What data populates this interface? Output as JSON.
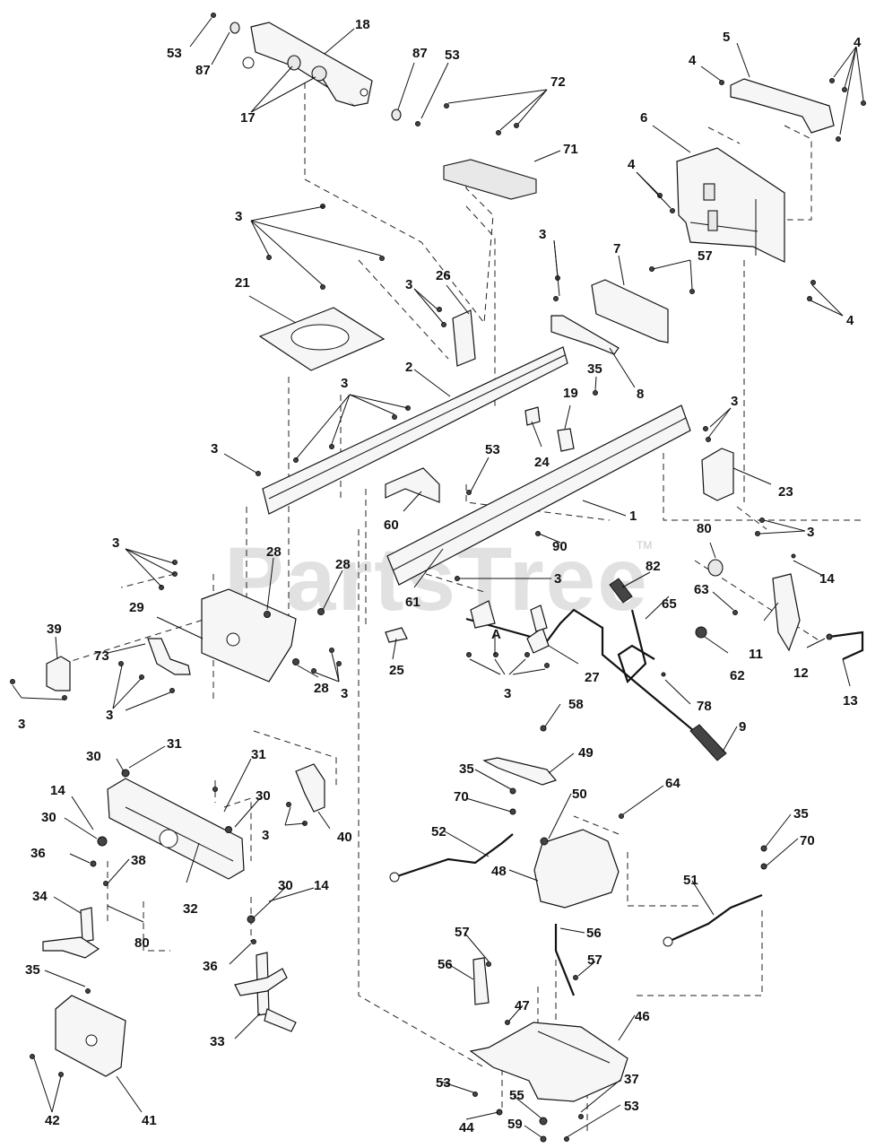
{
  "watermark": {
    "text": "PartsTree",
    "trademark": "TM"
  },
  "callouts": {
    "c1": "1",
    "c2": "2",
    "c3": "3",
    "c4": "4",
    "c5": "5",
    "c6": "6",
    "c7": "7",
    "c8": "8",
    "c9": "9",
    "c11": "11",
    "c12": "12",
    "c13": "13",
    "c14": "14",
    "c17": "17",
    "c18": "18",
    "c19": "19",
    "c21": "21",
    "c23": "23",
    "c24": "24",
    "c25": "25",
    "c26": "26",
    "c27": "27",
    "c28": "28",
    "c29": "29",
    "c30": "30",
    "c31": "31",
    "c32": "32",
    "c33": "33",
    "c34": "34",
    "c35": "35",
    "c36": "36",
    "c37": "37",
    "c38": "38",
    "c39": "39",
    "c40": "40",
    "c41": "41",
    "c42": "42",
    "c44": "44",
    "c46": "46",
    "c47": "47",
    "c48": "48",
    "c49": "49",
    "c50": "50",
    "c51": "51",
    "c52": "52",
    "c53": "53",
    "c55": "55",
    "c56": "56",
    "c57": "57",
    "c58": "58",
    "c59": "59",
    "c60": "60",
    "c61": "61",
    "c62": "62",
    "c63": "63",
    "c64": "64",
    "c65": "65",
    "c70": "70",
    "c71": "71",
    "c72": "72",
    "c73": "73",
    "c78": "78",
    "c80": "80",
    "c82": "82",
    "c87": "87",
    "c90": "90",
    "cA": "A"
  }
}
